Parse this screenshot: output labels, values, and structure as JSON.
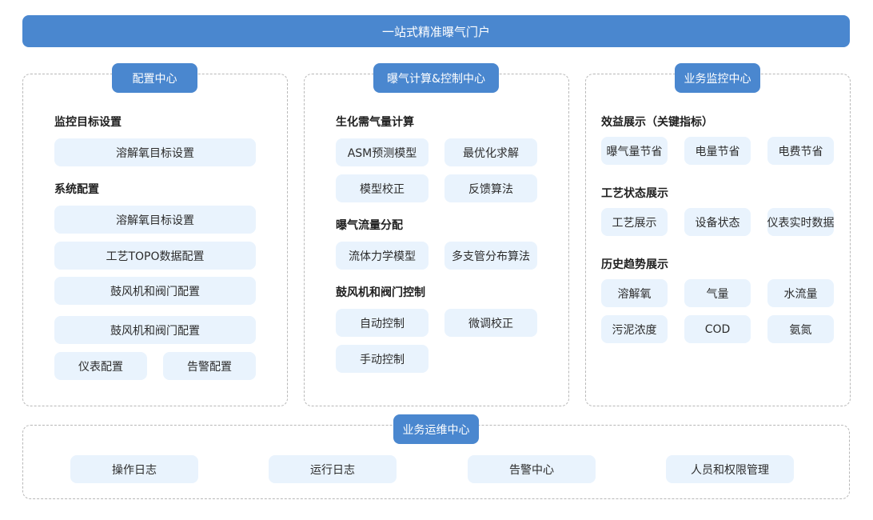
{
  "title": "一站式精准曝气门户",
  "config_center": {
    "title": "配置中心",
    "section_monitor": "监控目标设置",
    "monitor_items": [
      "溶解氧目标设置"
    ],
    "section_system": "系统配置",
    "system_items": [
      "溶解氧目标设置",
      "工艺TOPO数据配置",
      "鼓风机和阀门配置",
      "鼓风机和阀门配置",
      "仪表配置",
      "告警配置"
    ]
  },
  "aeration_center": {
    "title": "曝气计算&控制中心",
    "section_bio": "生化需气量计算",
    "bio_items": [
      "ASM预测模型",
      "最优化求解",
      "模型校正",
      "反馈算法"
    ],
    "section_flow": "曝气流量分配",
    "flow_items": [
      "流体力学模型",
      "多支管分布算法"
    ],
    "section_blower": "鼓风机和阀门控制",
    "blower_items": [
      "自动控制",
      "微调校正",
      "手动控制"
    ]
  },
  "monitor_center": {
    "title": "业务监控中心",
    "section_benefit": "效益展示（关键指标）",
    "benefit_items": [
      "曝气量节省",
      "电量节省",
      "电费节省"
    ],
    "section_process": "工艺状态展示",
    "process_items": [
      "工艺展示",
      "设备状态",
      "仪表实时数据"
    ],
    "section_history": "历史趋势展示",
    "history_items": [
      "溶解氧",
      "气量",
      "水流量",
      "污泥浓度",
      "COD",
      "氨氮"
    ]
  },
  "ops_center": {
    "title": "业务运维中心",
    "items": [
      "操作日志",
      "运行日志",
      "告警中心",
      "人员和权限管理"
    ]
  },
  "colors": {
    "primary": "#4a87cf",
    "chip_bg": "#e9f3fd",
    "border": "#b8b8b8"
  }
}
